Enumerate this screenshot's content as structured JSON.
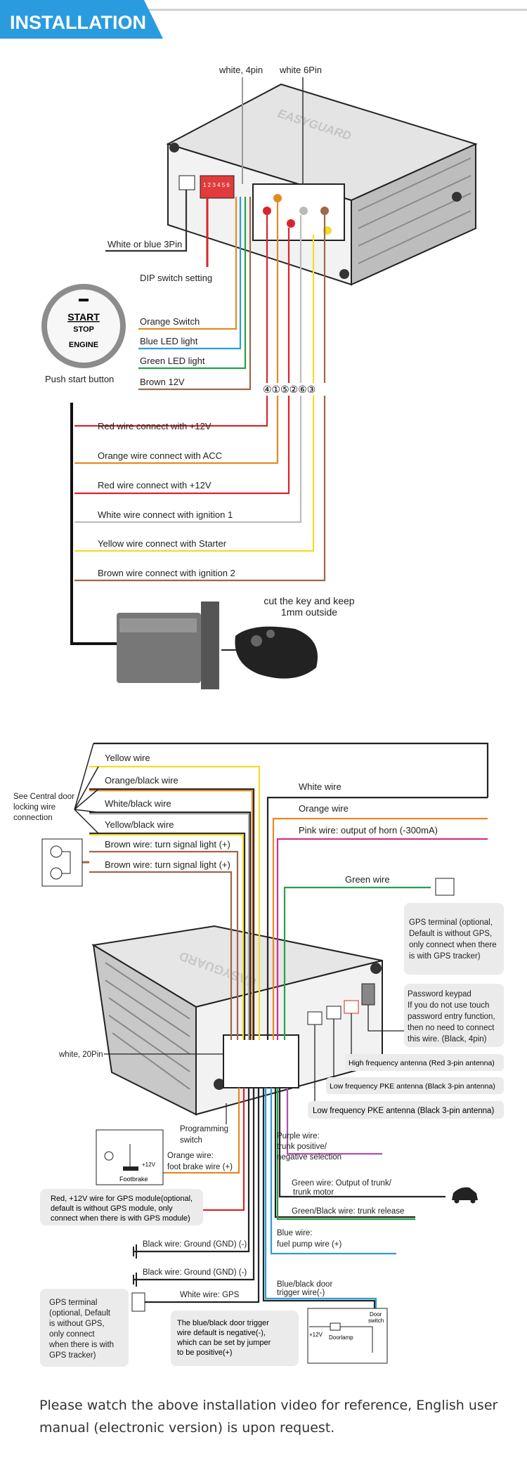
{
  "header": {
    "title": "INSTALLATION",
    "accent": "#2b9be0"
  },
  "top_diagram": {
    "brand": "EASYGUARD",
    "connector_4pin": "white, 4pin",
    "connector_6pin": "white 6Pin",
    "connector_3pin": "White or blue 3Pin",
    "dip_switch": "DIP switch setting",
    "dip_numbers": "1 2 3 4 5 6",
    "button": {
      "line1": "START",
      "line2": "STOP",
      "line3": "ENGINE",
      "caption": "Push start button"
    },
    "button_wires": [
      "Orange  Switch",
      "Blue  LED light",
      "Green LED light",
      "Brown  12V"
    ],
    "pin_numbers": "④①⑤②⑥③",
    "wires": [
      {
        "label": "Red wire connect with +12V",
        "color": "#d7262b"
      },
      {
        "label": "Orange wire connect with ACC",
        "color": "#e48a22"
      },
      {
        "label": "Red wire connect with +12V",
        "color": "#d7262b"
      },
      {
        "label": "White wire connect with ignition 1",
        "color": "#bdbdbd"
      },
      {
        "label": "Yellow wire connect with Starter",
        "color": "#f2dc2a"
      },
      {
        "label": "Brown wire connect with ignition 2",
        "color": "#a0674a"
      }
    ],
    "key_note": {
      "line1": "cut the key and keep",
      "line2": "1mm outside"
    }
  },
  "bottom_diagram": {
    "brand": "EASYGUARD",
    "central_door": {
      "line1": "See Central door",
      "line2": "locking wire",
      "line3": "connection"
    },
    "left_wires": [
      "Yellow wire",
      "Orange/black wire",
      "White/black wire",
      "Yellow/black wire",
      "Brown wire: turn signal light (+)",
      "Brown wire: turn signal light (+)"
    ],
    "right_wires": [
      "White wire",
      "Orange wire",
      "Pink wire: output of horn (-300mA)",
      "Green wire"
    ],
    "gps_note": [
      "GPS terminal (optional,",
      "Default is without GPS,",
      "only connect when there",
      "is with GPS tracker)"
    ],
    "keypad_note": [
      "Password keypad",
      "If you do not use touch",
      "password entry function,",
      "then no need to connect",
      "this wire. (Black, 4pin)"
    ],
    "antennas": [
      "High frequency antenna (Red 3-pin antenna)",
      "Low frequency PKE antenna (Black 3-pin antenna)",
      "Low frequency PKE antenna (Black 3-pin antenna)"
    ],
    "connector_20pin": "white, 20Pin",
    "programming_switch": [
      "Programming",
      "switch"
    ],
    "footbrake": {
      "label": "Footbrake",
      "volt": "+12V",
      "wire": [
        "Orange wire:",
        "foot brake wire (+)"
      ]
    },
    "red_gps_note": [
      "Red, +12V wire for GPS module(optional,",
      "default is without GPS module, only",
      "connect when there is with GPS module)"
    ],
    "purple": [
      "Purple wire:",
      "trunk positive/",
      "negative selection"
    ],
    "trunk_motor": [
      "Green wire: Output of trunk/",
      "trunk motor"
    ],
    "trunk_release": "Green/Black wire: trunk release",
    "fuel_pump": [
      "Blue wire:",
      "fuel pump wire (+)"
    ],
    "ground1": "Black wire: Ground (GND) (-)",
    "ground2": "Black wire: Ground (GND) (-)",
    "gps_wire": "White wire: GPS",
    "gps_terminal_note": [
      "GPS terminal",
      "(optional, Default",
      "is without GPS,",
      "only connect",
      "when there is with",
      "GPS tracker)"
    ],
    "door_trigger": [
      "Blue/black door",
      "trigger wire(-)"
    ],
    "door_trigger_note": [
      "The blue/black door trigger",
      "wire default is negative(-),",
      "which can be set by jumper",
      "to be positive(+)"
    ],
    "door_switch": {
      "label1": "Door",
      "label2": "switch",
      "lamp": "Doorlamp",
      "volt": "+12V"
    }
  },
  "footer": "Please watch the above installation video for reference, English user manual (electronic version) is upon request."
}
